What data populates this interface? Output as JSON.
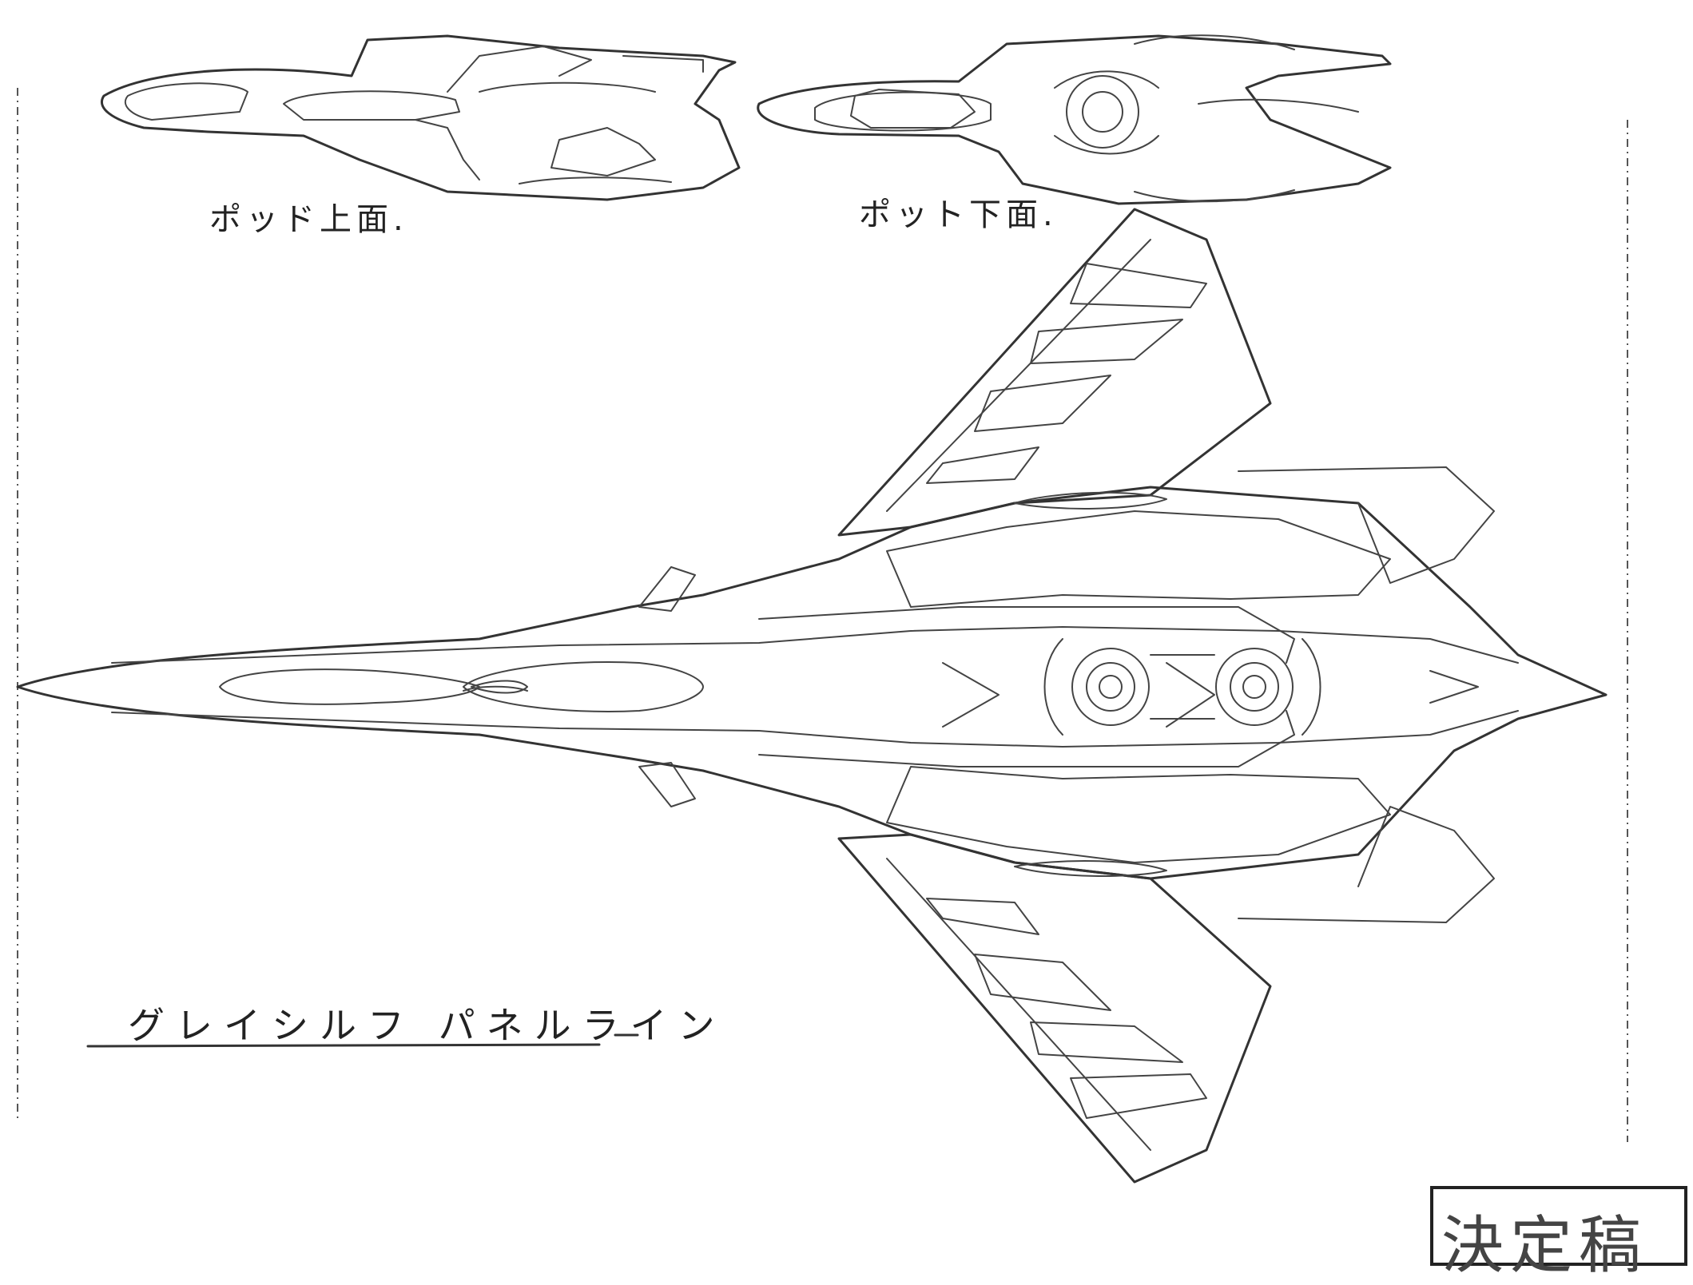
{
  "labels": {
    "pod_top": "ポッド上面.",
    "pod_bottom": "ポット下面.",
    "title": "グレイシルフ パネルライン"
  },
  "stamp": {
    "text": "決定稿"
  },
  "colors": {
    "ink": "#333333",
    "paper": "#ffffff"
  }
}
